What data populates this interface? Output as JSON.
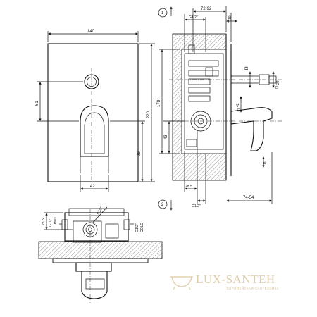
{
  "front_view": {
    "width": "140",
    "height": "220",
    "offset_top": "61",
    "offset_bottom": "96",
    "handle_width": "42"
  },
  "side_view": {
    "callout_1": "1",
    "callout_2": "2",
    "thread_top": "G1/2\"",
    "depth_range": "72-92",
    "wall": "10",
    "body_height": "178",
    "dia_18": "18",
    "dia_22": "22",
    "dia_42": "42",
    "offset_43": "43",
    "depth_28_5": "28.5",
    "thread_bottom": "G1/2\"",
    "handle_range": "74-54",
    "small_11": "11"
  },
  "top_view": {
    "dim_28_5": "28.5",
    "hot_thread": "G1/2\"",
    "hot_label": "HOT",
    "inlet_thread": "G1/2\"",
    "cold_thread": "G1/2\"",
    "cold_label": "COLD"
  },
  "watermark": {
    "brand": "LUX-SANTEH",
    "tagline": "ЕВРОПЕЙСКАЯ САНТЕХНИКА"
  },
  "colors": {
    "line": "#111111",
    "watermark": "#dcc9a0"
  }
}
